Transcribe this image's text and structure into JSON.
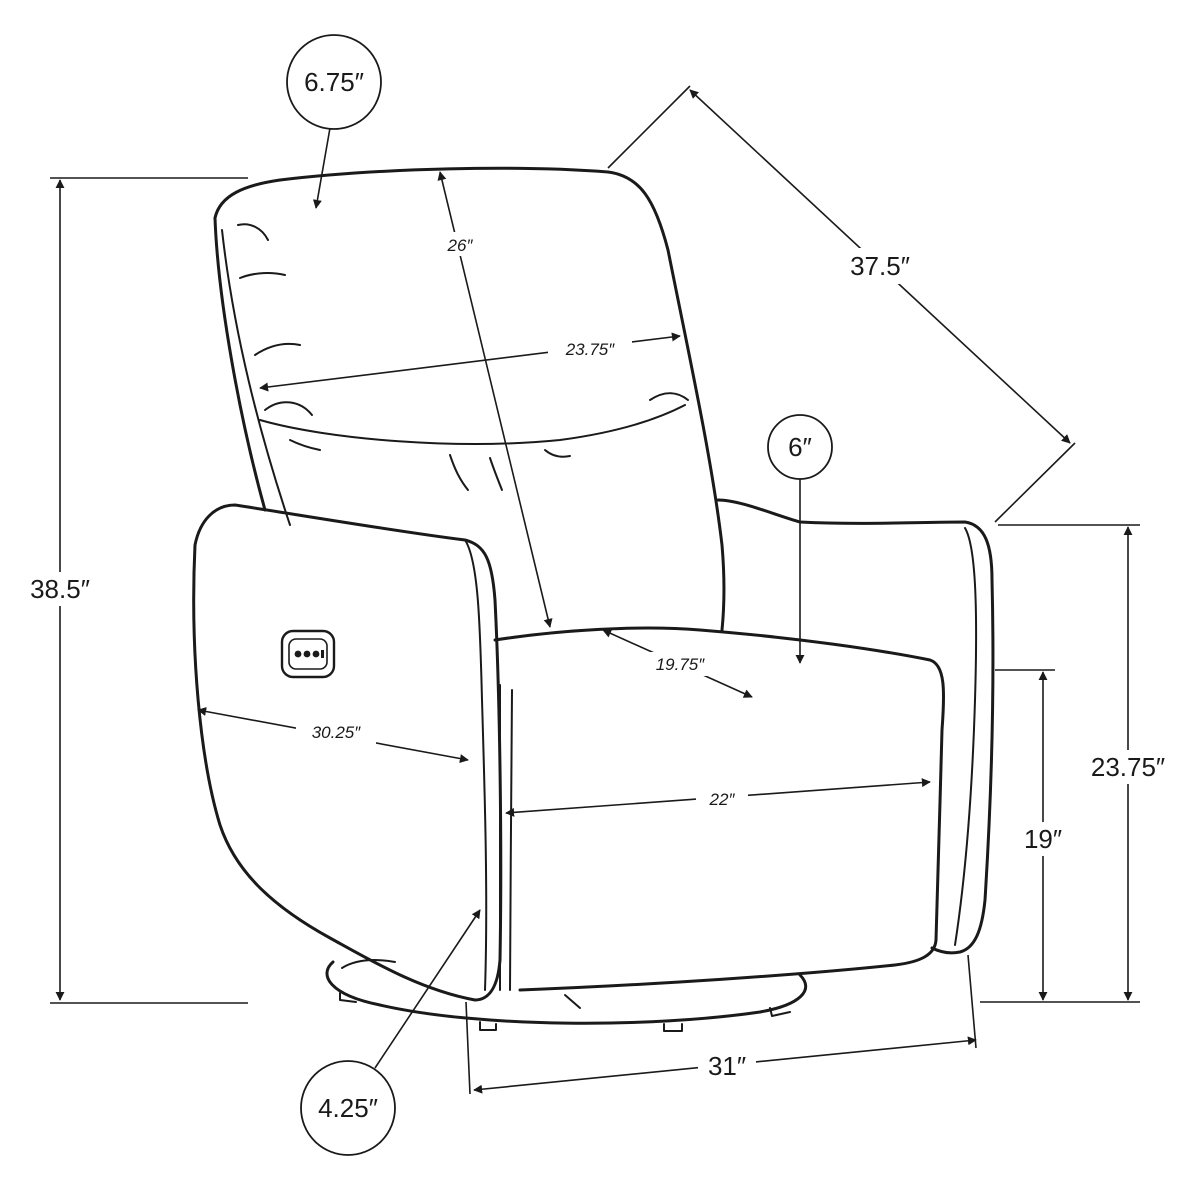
{
  "colors": {
    "stroke": "#1a1a1a",
    "background": "#ffffff"
  },
  "labels": {
    "headrest_depth": "6.75″",
    "back_height": "26″",
    "back_width": "23.75″",
    "diagonal_depth": "37.5″",
    "overall_height": "38.5″",
    "arm_width": "6″",
    "seat_depth": "19.75″",
    "arm_depth": "30.25″",
    "seat_width": "22″",
    "arm_height": "23.75″",
    "seat_height": "19″",
    "overall_width": "31″",
    "base_clearance": "4.25″"
  },
  "icons": {
    "control_panel": "power-recline-buttons-icon"
  }
}
